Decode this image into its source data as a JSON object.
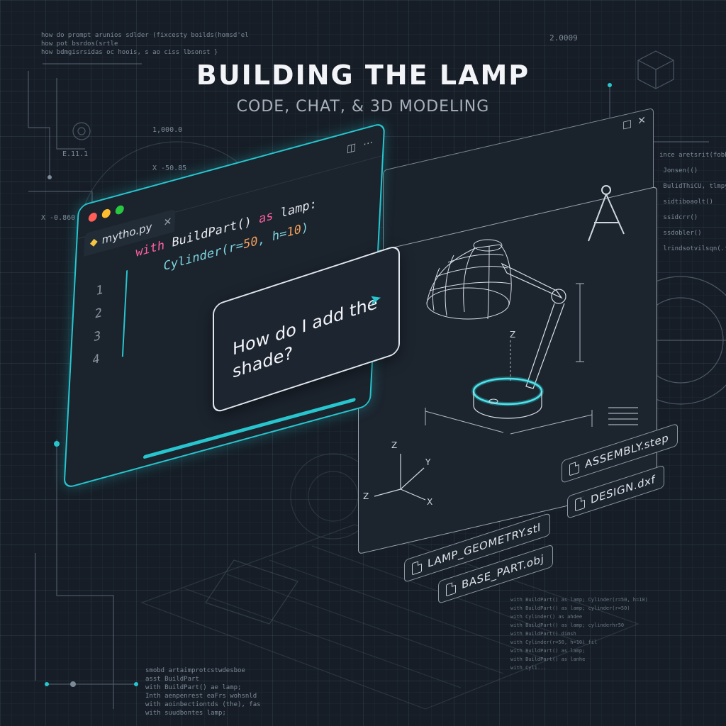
{
  "header": {
    "title": "BUILDING THE LAMP",
    "subtitle": "CODE, CHAT, & 3D MODELING"
  },
  "colors": {
    "background": "#161d26",
    "accent": "#27c6cf",
    "keyword": "#ff5fa2",
    "number": "#f5a05a"
  },
  "editor": {
    "tab_label": "mytho.py",
    "tab_icon": "python-icon",
    "line_numbers": [
      "1",
      "2",
      "3",
      "4"
    ],
    "code": {
      "line1_kw": "with",
      "line1_fn": " BuildPart() ",
      "line1_kw2": "as",
      "line1_rest": " lamp:",
      "line2_fn": "Cylinder(",
      "line2_arg1": "r=",
      "line2_num1": "50",
      "line2_sep": ", ",
      "line2_arg2": "h=",
      "line2_num2": "10",
      "line2_end": ")"
    }
  },
  "chat": {
    "message": "How do I add the shade?",
    "send_icon": "send-icon"
  },
  "viewport": {
    "axis_labels": {
      "z_top": "Z",
      "z_small": "Z",
      "y_small": "Y",
      "x_small": "X",
      "z_left": "Z"
    },
    "tool_icon": "compass-icon"
  },
  "files": [
    {
      "name": "ASSEMBLY.step"
    },
    {
      "name": "DESIGN.dxf"
    },
    {
      "name": "LAMP_GEOMETRY.stl"
    },
    {
      "name": "BASE_PART.obj"
    }
  ],
  "background_text": {
    "top_right_value": "2.0009",
    "left_value_1": "1,000.0",
    "left_value_2": "X -50.85",
    "left_value_3": "X -0.860",
    "left_value_4": "E.11.1"
  }
}
